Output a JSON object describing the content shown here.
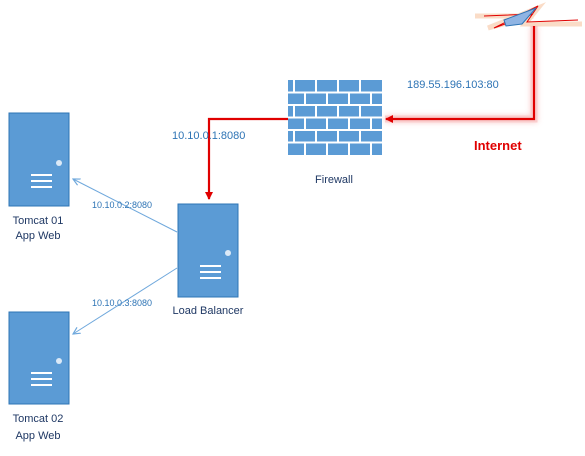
{
  "internet": {
    "label": "Internet",
    "ip": "189.55.196.103:80"
  },
  "firewall": {
    "label": "Firewall",
    "inside_ip": "10.10.0.1:8080"
  },
  "load_balancer": {
    "label": "Load Balancer"
  },
  "tomcat1": {
    "line1": "Tomcat 01",
    "line2": "App Web",
    "link_ip": "10.10.0.2:8080"
  },
  "tomcat2": {
    "line1": "Tomcat 02",
    "line2": "App Web",
    "link_ip": "10.10.0.3:8080"
  },
  "colors": {
    "server_fill": "#5b9bd5",
    "server_stroke": "#2e74b5",
    "firewall_fill": "#5b9bd5",
    "firewall_mortar": "#ffffff",
    "link_red": "#e00000",
    "link_blue": "#6fa8dc",
    "text_blue": "#2e74b5"
  }
}
